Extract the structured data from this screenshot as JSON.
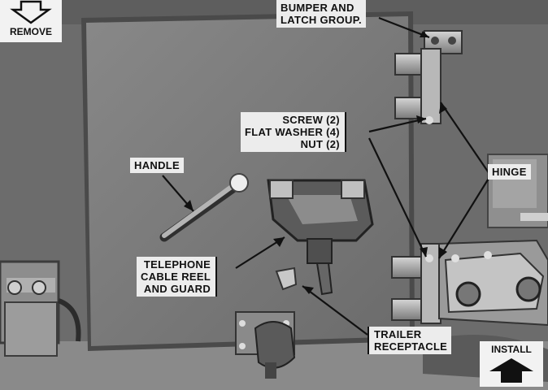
{
  "commands": {
    "remove": "REMOVE",
    "install": "INSTALL"
  },
  "callouts": {
    "bumper_latch": [
      "BUMPER AND",
      "LATCH GROUP."
    ],
    "fasteners": [
      "SCREW (2)",
      "FLAT WASHER (4)",
      "NUT (2)"
    ],
    "handle": "HANDLE",
    "hinge": "HINGE",
    "telephone": [
      "TELEPHONE",
      "CABLE REEL",
      "AND GUARD"
    ],
    "trailer": [
      "TRAILER",
      "RECEPTACLE"
    ]
  },
  "icons": {
    "remove": "arrow-down-outline-icon",
    "install": "arrow-up-solid-icon"
  }
}
